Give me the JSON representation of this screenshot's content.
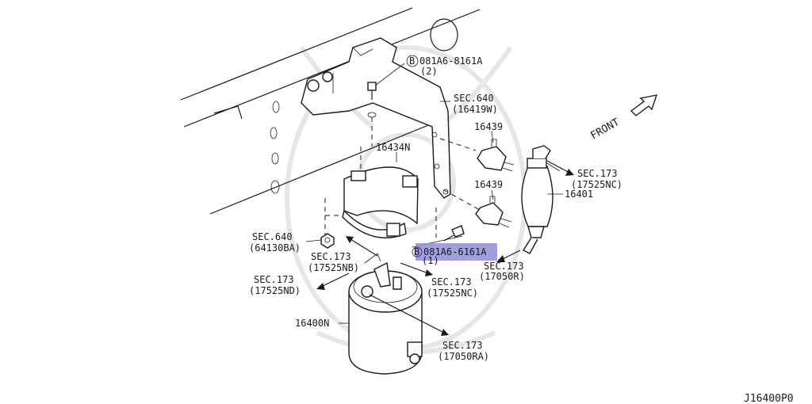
{
  "diagram": {
    "diagram_code": "J16400P0",
    "front_label": "FRONT",
    "bolt_symbol": "B",
    "highlight_color": "#8f8fdc",
    "labels": {
      "bolt_top_part": "081A6-8161A",
      "bolt_top_qty": "(2)",
      "sec640_bracket": "SEC.640",
      "sec640_bracket_ref": "(16419W)",
      "clip_upper": "16439",
      "clip_lower": "16439",
      "bracket_16434n": "16434N",
      "sec173_17525nc_right": "SEC.173",
      "sec173_17525nc_right_ref": "(17525NC)",
      "pump_16401": "16401",
      "sec640_nut": "SEC.640",
      "sec640_nut_ref": "(64130BA)",
      "bolt_bottom_part": "081A6-6161A",
      "bolt_bottom_qty": "(1)",
      "sec173_17525nb": "SEC.173",
      "sec173_17525nb_ref": "(17525NB)",
      "sec173_17050r": "SEC.173",
      "sec173_17050r_ref": "(17050R)",
      "sec173_17525nd": "SEC.173",
      "sec173_17525nd_ref": "(17525ND)",
      "sec173_17525nc_mid": "SEC.173",
      "sec173_17525nc_mid_ref": "(17525NC)",
      "filter_16400n": "16400N",
      "sec173_17050ra": "SEC.173",
      "sec173_17050ra_ref": "(17050RA)"
    }
  }
}
